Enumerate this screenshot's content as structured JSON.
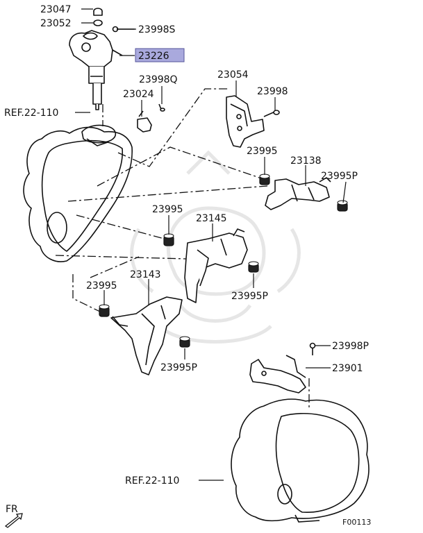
{
  "diagram": {
    "figure_code": "F00113",
    "direction_label": "FR",
    "highlight_color": "#a9a9dd",
    "parts": [
      {
        "id": "p23047",
        "label": "23047"
      },
      {
        "id": "p23052",
        "label": "23052"
      },
      {
        "id": "p23998S",
        "label": "23998S"
      },
      {
        "id": "p23226",
        "label": "23226",
        "highlighted": true
      },
      {
        "id": "p23998Q",
        "label": "23998Q"
      },
      {
        "id": "p23024",
        "label": "23024"
      },
      {
        "id": "p23054",
        "label": "23054"
      },
      {
        "id": "p23998",
        "label": "23998"
      },
      {
        "id": "pref1",
        "label": "REF.22-110"
      },
      {
        "id": "p23995a",
        "label": "23995"
      },
      {
        "id": "p23138",
        "label": "23138"
      },
      {
        "id": "p23995Pa",
        "label": "23995P"
      },
      {
        "id": "p23995b",
        "label": "23995"
      },
      {
        "id": "p23145",
        "label": "23145"
      },
      {
        "id": "p23995Pb",
        "label": "23995P"
      },
      {
        "id": "p23143",
        "label": "23143"
      },
      {
        "id": "p23995c",
        "label": "23995"
      },
      {
        "id": "p23995Pc",
        "label": "23995P"
      },
      {
        "id": "p23998P",
        "label": "23998P"
      },
      {
        "id": "p23901",
        "label": "23901"
      },
      {
        "id": "pref2",
        "label": "REF.22-110"
      }
    ]
  }
}
